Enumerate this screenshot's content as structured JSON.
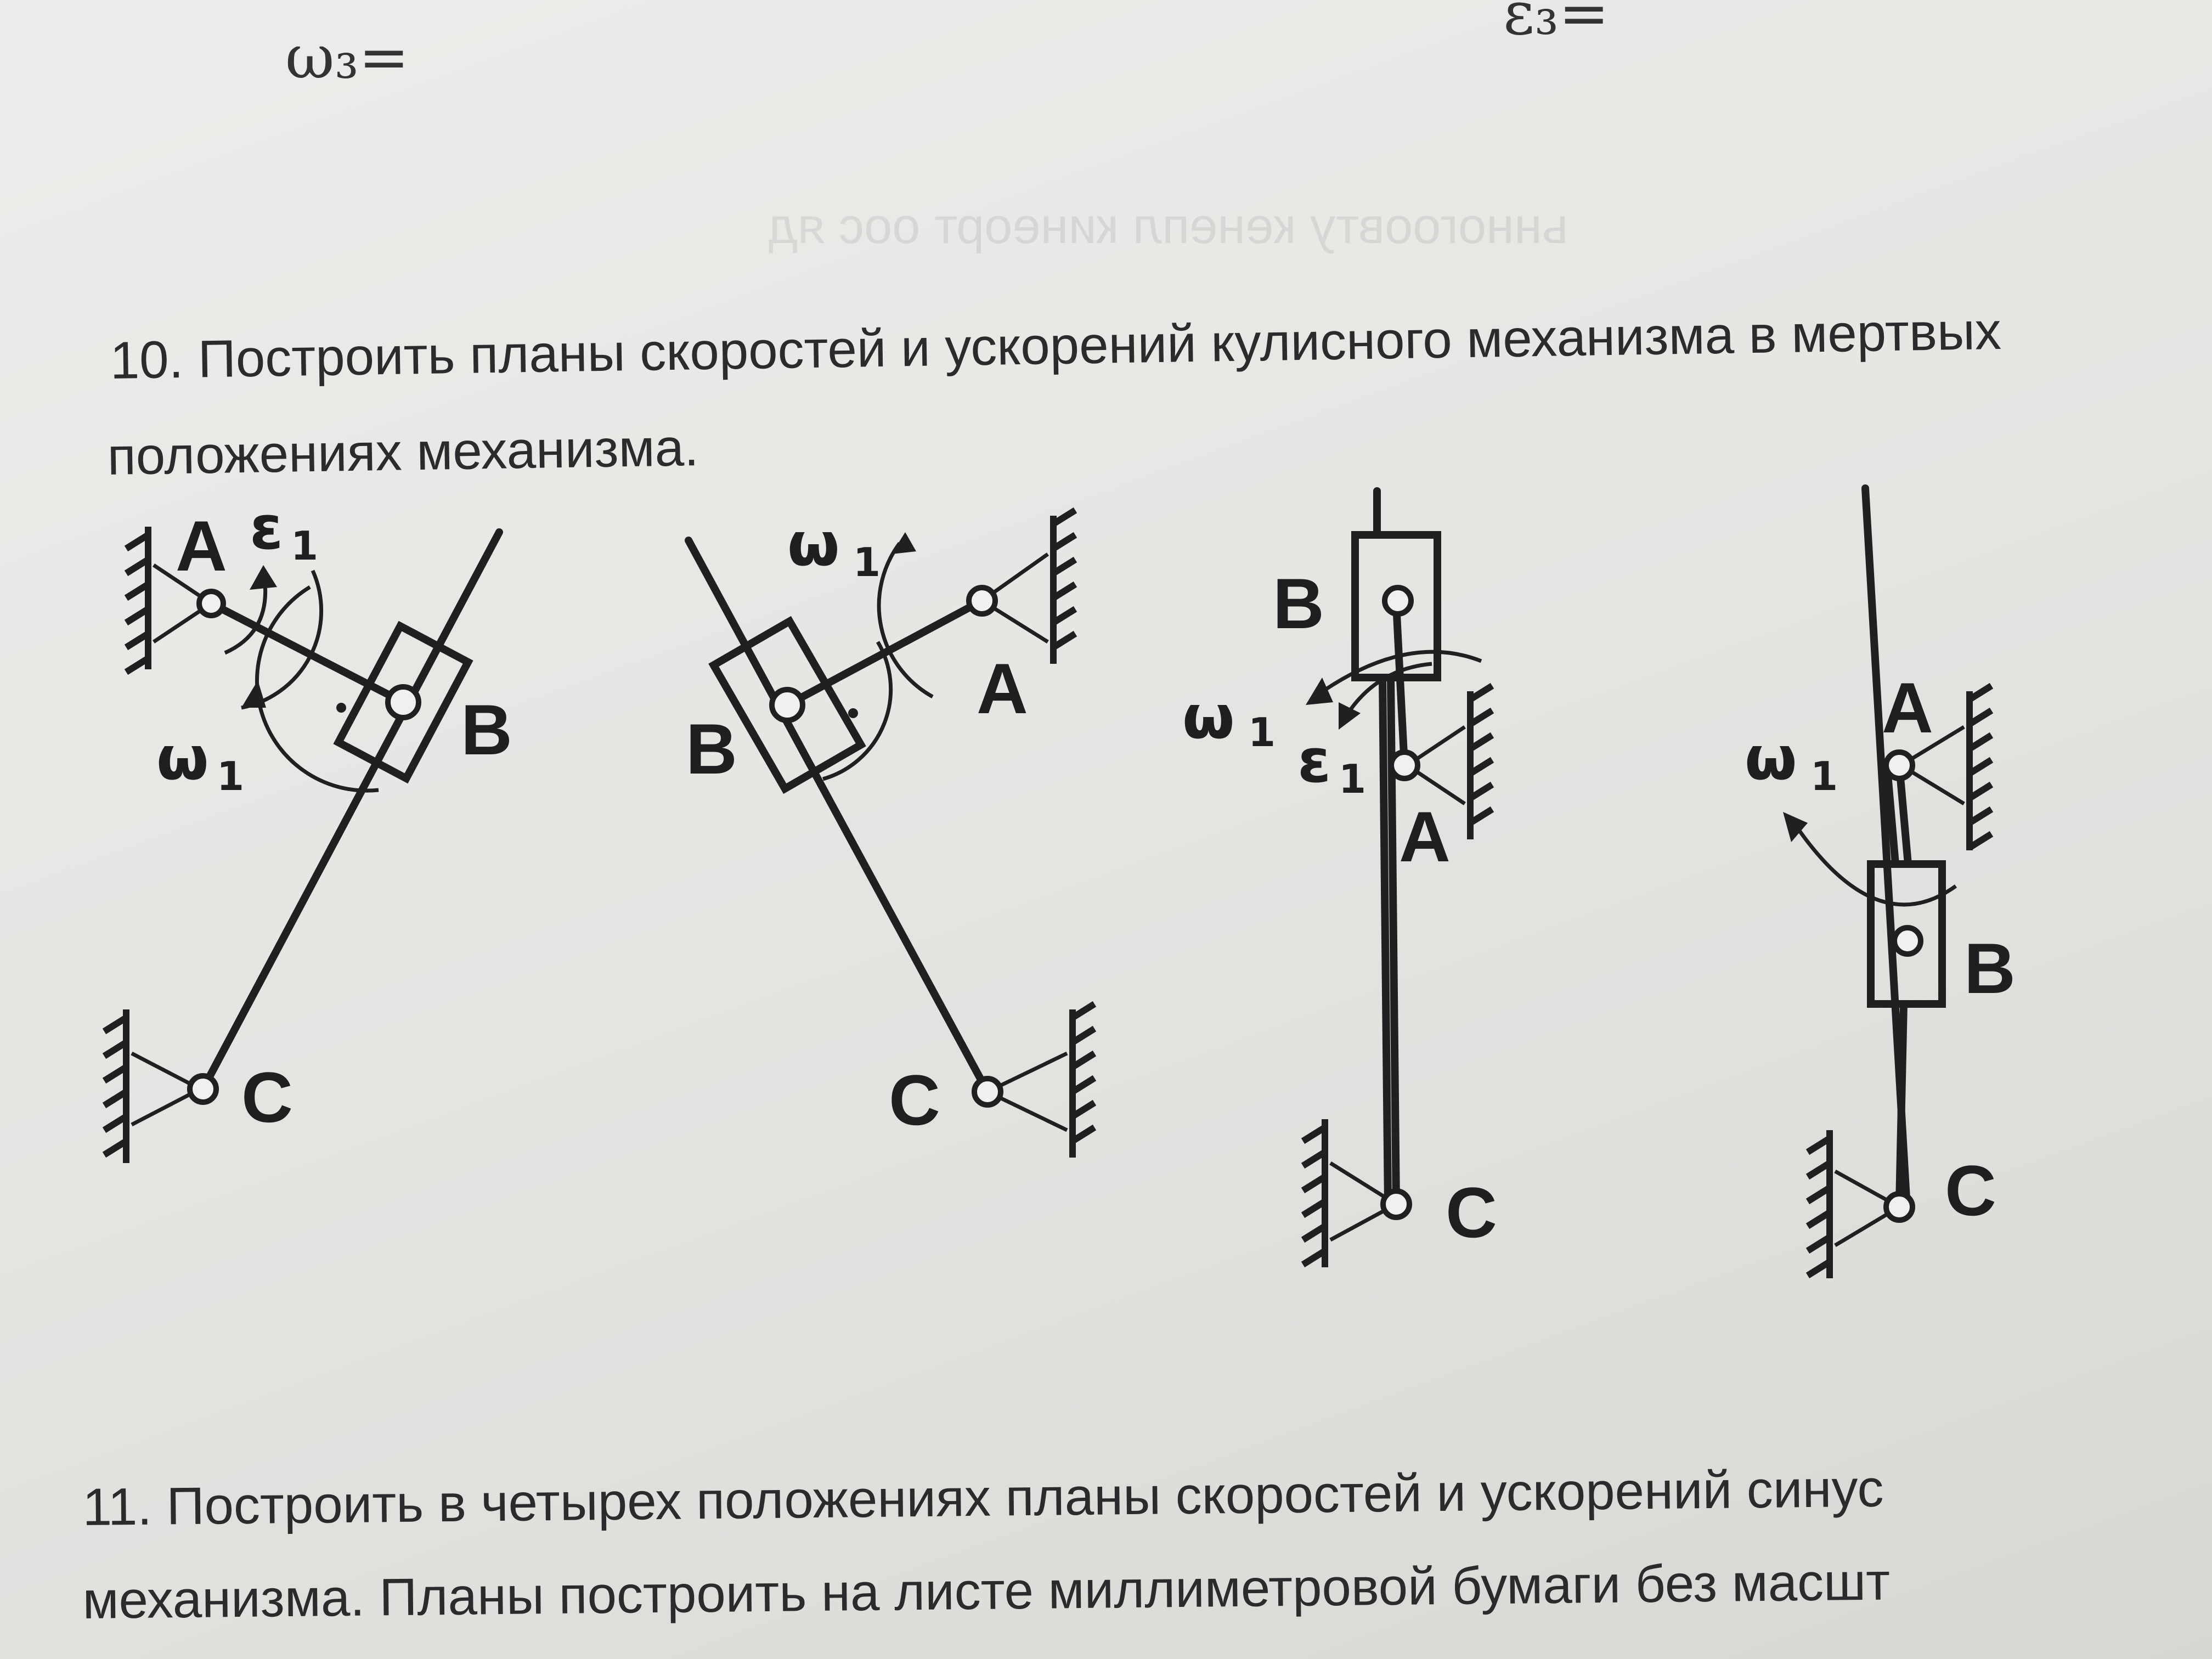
{
  "header": {
    "omega3": "ω₃=",
    "epsilon3": "ε₃="
  },
  "problem10": {
    "line1": "10. Построить планы скоростей и ускорений кулисного механизма в мертвых",
    "line2": "положениях механизма."
  },
  "problem11": {
    "line1": "11. Построить в четырех положениях планы скоростей и ускорений синус",
    "line2": "механизма. Планы построить на листе миллиметровой бумаги без масшт"
  },
  "figure_labels": {
    "A": "A",
    "B": "B",
    "C": "C",
    "omega": "ω",
    "epsilon": "ε",
    "one": "1"
  },
  "colors": {
    "ink": "#202023",
    "paper": "#e6e6e3"
  }
}
